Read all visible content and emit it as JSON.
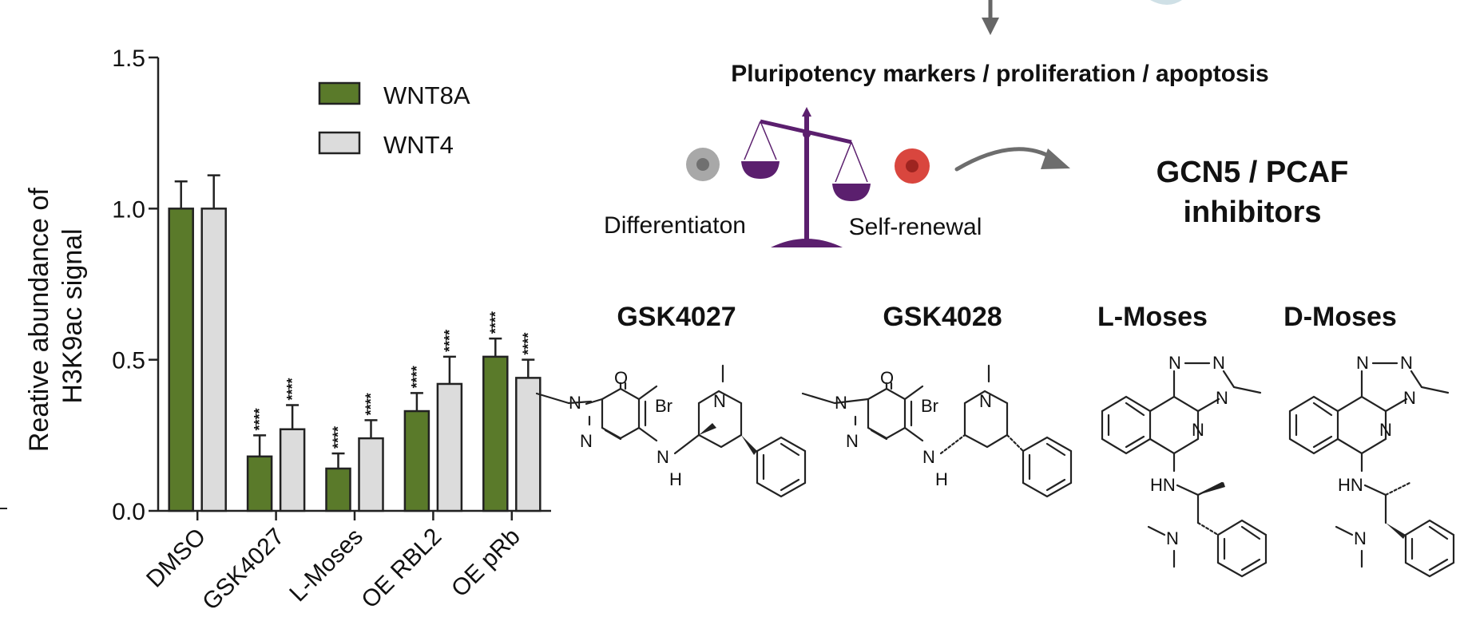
{
  "chart_data": {
    "type": "bar",
    "ylabel_lines": [
      "Reative abundance of",
      "H3K9ac signal"
    ],
    "ylim": [
      0,
      1.5
    ],
    "yticks": [
      "0.0",
      "0.5",
      "1.0",
      "1.5"
    ],
    "yticks_values": [
      0,
      0.5,
      1.0,
      1.5
    ],
    "categories": [
      "DMSO",
      "GSK4027",
      "L-Moses",
      "OE RBL2",
      "OE pRb"
    ],
    "legend_position": "top-right",
    "grid": false,
    "series": [
      {
        "name": "WNT8A",
        "color": "#5a7a2a",
        "values": [
          1.0,
          0.18,
          0.14,
          0.33,
          0.51
        ],
        "errors": [
          0.09,
          0.07,
          0.05,
          0.06,
          0.06
        ],
        "significance": [
          "",
          "****",
          "****",
          "****",
          "****"
        ]
      },
      {
        "name": "WNT4",
        "color": "#dcdcdc",
        "values": [
          1.0,
          0.27,
          0.24,
          0.42,
          0.44
        ],
        "errors": [
          0.11,
          0.08,
          0.06,
          0.09,
          0.06
        ],
        "significance": [
          "",
          "****",
          "****",
          "****",
          "****"
        ]
      }
    ]
  },
  "schema": {
    "heading": "Pluripotency markers / proliferation / apoptosis",
    "left_label": "Differentiaton",
    "right_label": "Self-renewal",
    "inhibitor_line1": "GCN5 / PCAF",
    "inhibitor_line2": "inhibitors",
    "scale_color": "#5b1f6e",
    "left_cell_color": "#a8a8a8",
    "right_cell_color": "#d9463e"
  },
  "compounds": [
    {
      "name": "GSK4027"
    },
    {
      "name": "GSK4028"
    },
    {
      "name": "L-Moses"
    },
    {
      "name": "D-Moses"
    }
  ],
  "atom_labels": {
    "O": "O",
    "N": "N",
    "Br": "Br",
    "H": "H",
    "HN": "HN"
  }
}
